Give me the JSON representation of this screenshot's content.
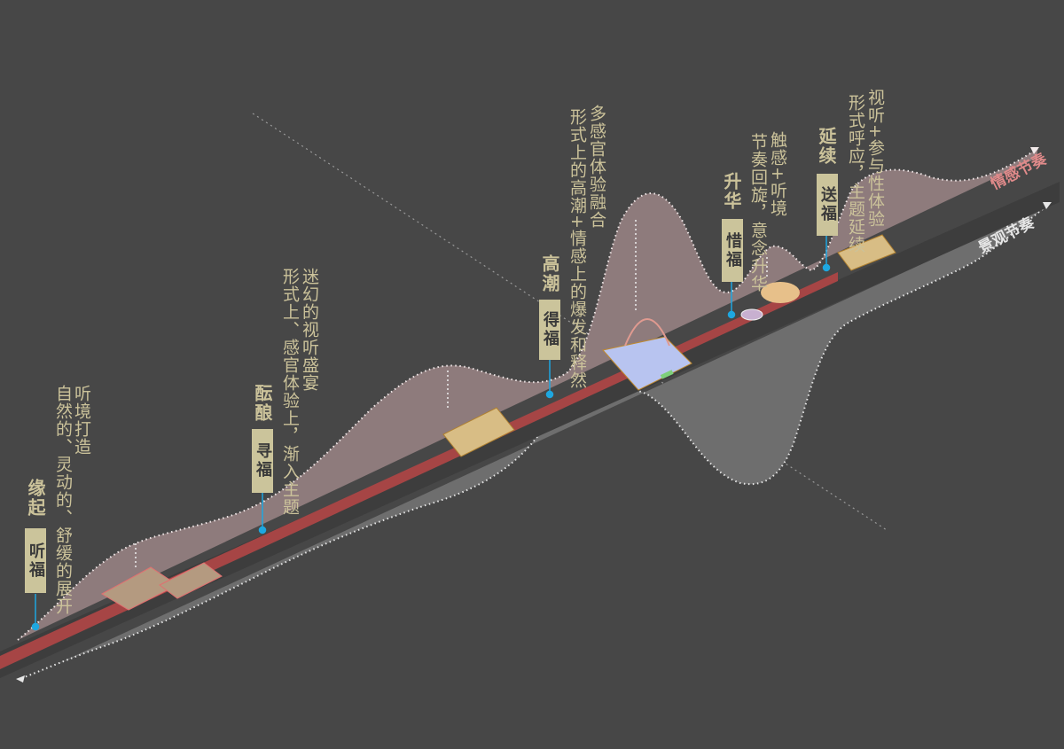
{
  "axes": {
    "emotion_rhythm": "情感节奏",
    "landscape_rhythm": "景观节奏"
  },
  "colors": {
    "background": "#474747",
    "emotion_area": "#8e7b7c",
    "landscape_area": "#6e6e6e",
    "path_red": "#a64545",
    "label_box": "#cbc49b",
    "text": "#cbc29a",
    "marker": "#1ea7e0"
  },
  "stages": [
    {
      "title": "缘起",
      "tag": "听福",
      "desc_main": "听境打造",
      "desc_sub": "自然的、灵动的、舒缓的展开"
    },
    {
      "title": "酝酿",
      "tag": "寻福",
      "desc_main": "迷幻的视听盛宴",
      "desc_sub": "形式上、感官体验上，渐入主题"
    },
    {
      "title": "高潮",
      "tag": "得福",
      "desc_main": "多感官体验融合",
      "desc_sub": "形式上的高潮+情感上的爆发和释然"
    },
    {
      "title": "升华",
      "tag": "惜福",
      "desc_main": "触感+听境",
      "desc_sub": "节奏回旋，意念升华"
    },
    {
      "title": "延续",
      "tag": "送福",
      "desc_main": "视听+参与性体验",
      "desc_sub": "形式呼应，主题延续"
    }
  ]
}
